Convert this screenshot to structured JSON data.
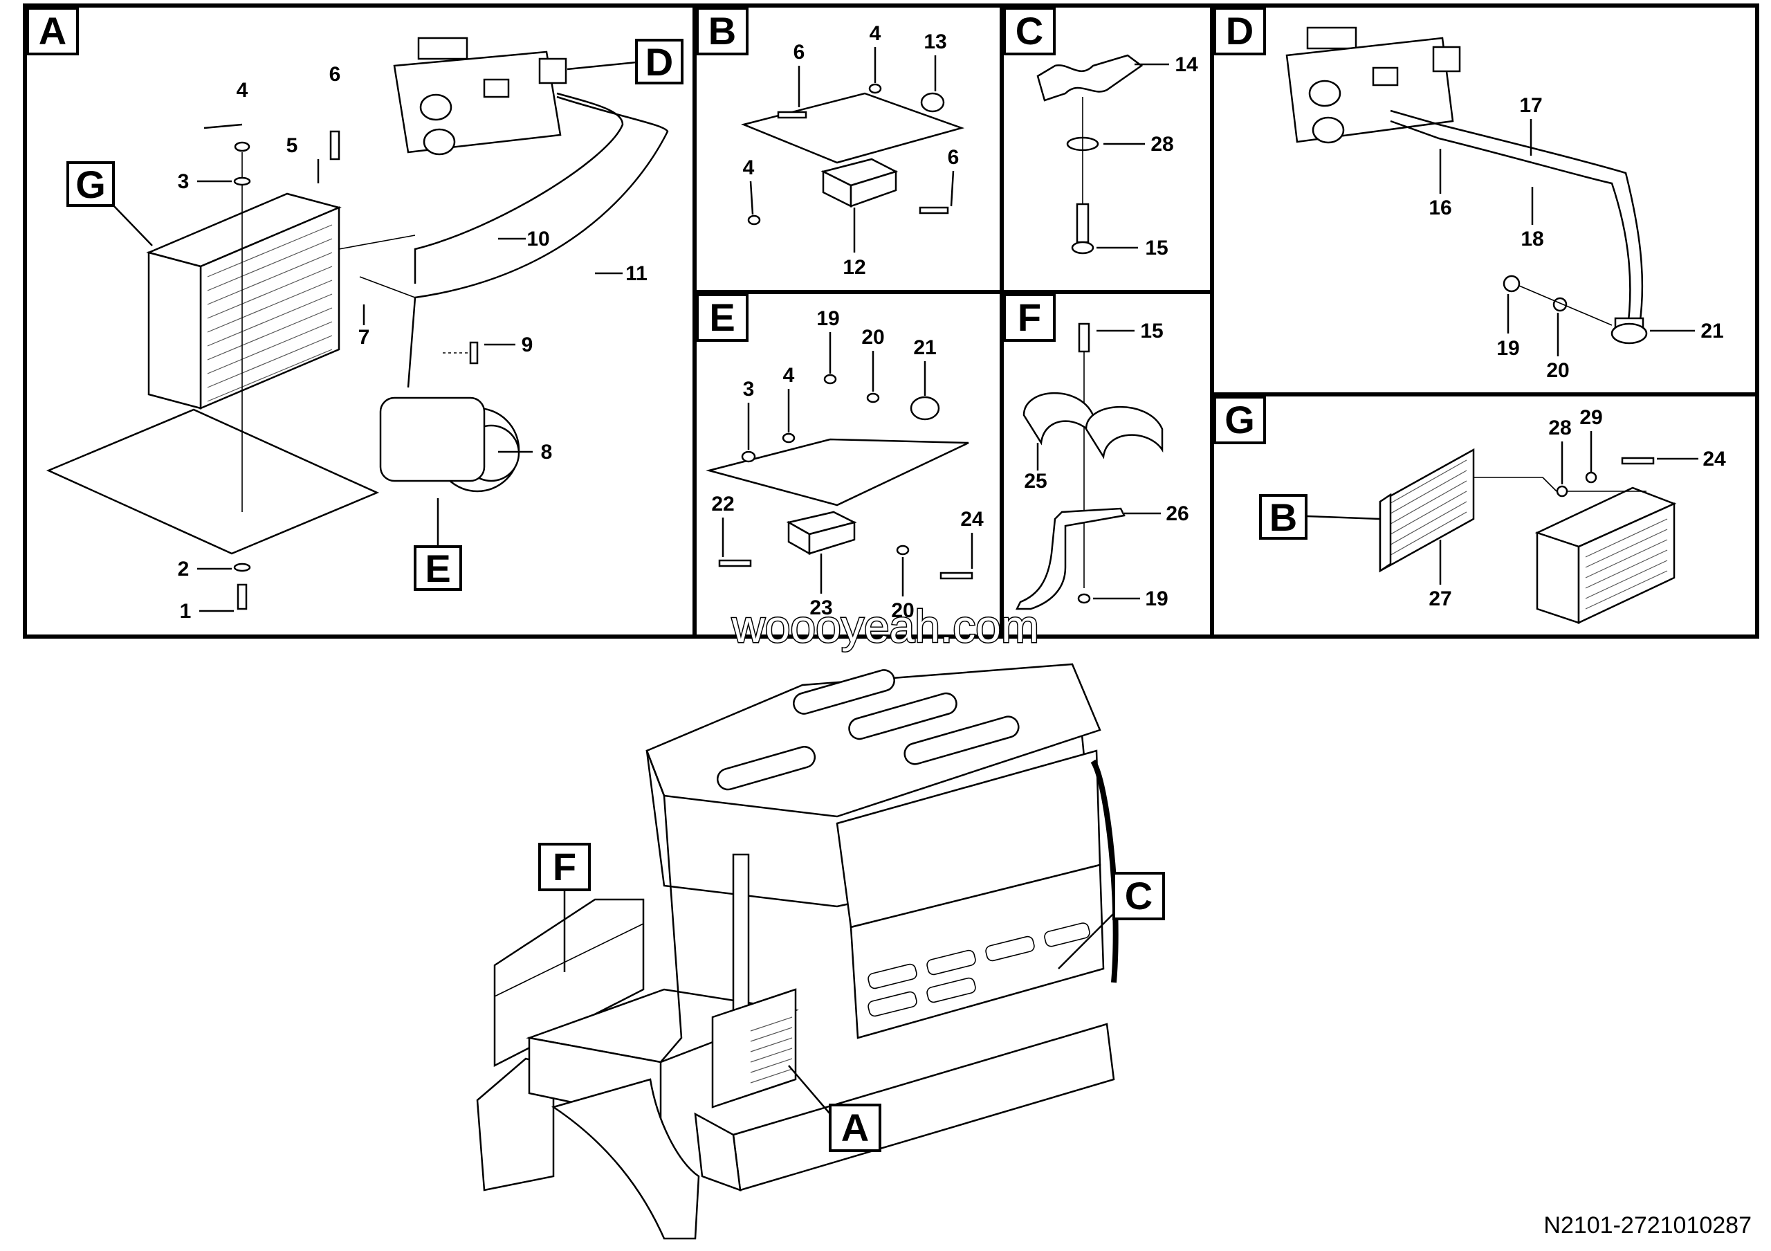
{
  "panels": {
    "A": {
      "label": "A",
      "callouts": [
        "4",
        "6",
        "5",
        "3",
        "G",
        "10",
        "11",
        "7",
        "9",
        "8",
        "E",
        "2",
        "1",
        "D"
      ]
    },
    "B": {
      "label": "B",
      "callouts": [
        "6",
        "4",
        "13",
        "4",
        "6",
        "12"
      ]
    },
    "C": {
      "label": "C",
      "callouts": [
        "14",
        "28",
        "15"
      ]
    },
    "D": {
      "label": "D",
      "callouts": [
        "17",
        "16",
        "18",
        "19",
        "20",
        "21"
      ]
    },
    "E": {
      "label": "E",
      "callouts": [
        "19",
        "20",
        "21",
        "3",
        "4",
        "22",
        "24",
        "23",
        "20"
      ]
    },
    "F": {
      "label": "F",
      "callouts": [
        "15",
        "25",
        "26",
        "19"
      ]
    },
    "G": {
      "label": "G",
      "callouts": [
        "28",
        "29",
        "24",
        "B",
        "27"
      ]
    }
  },
  "overview_labels": [
    "F",
    "C",
    "A"
  ],
  "watermark": "woooyeah.com",
  "reference": "N2101-2721010287"
}
